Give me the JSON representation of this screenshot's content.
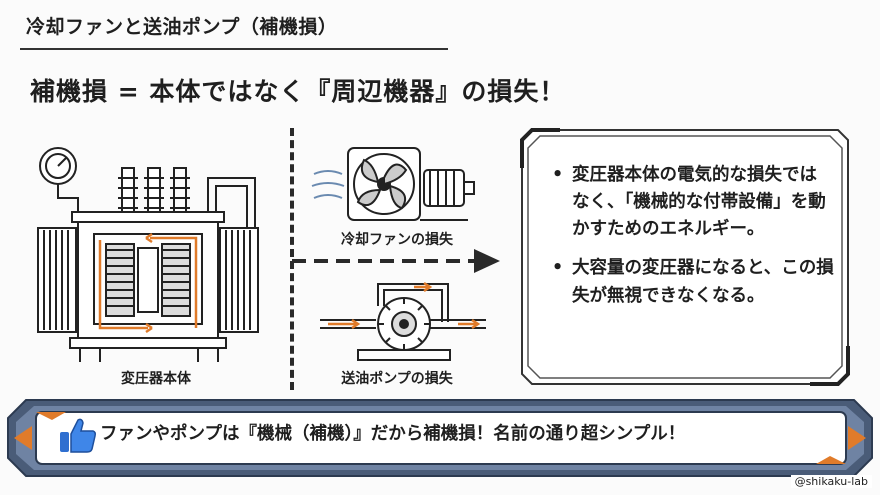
{
  "header": {
    "title": "冷却ファンと送油ポンプ（補機損）"
  },
  "subtitle": "補機損 = 本体ではなく『周辺機器』の損失！",
  "illustrations": {
    "transformer_caption": "変圧器本体",
    "fan_caption": "冷却ファンの損失",
    "pump_caption": "送油ポンプの損失"
  },
  "explanation": {
    "bullets": [
      "変圧器本体の電気的な損失ではなく、「機械的な付帯設備」を動かすためのエネルギー。",
      "大容量の変圧器になると、この損失が無視できなくなる。"
    ]
  },
  "banner": {
    "text": "ファンやポンプは『機械（補機）』だから補機損！名前の通り超シンプル！",
    "icon": "thumbs-up-icon"
  },
  "credit": "@shikaku-lab",
  "colors": {
    "accent": "#e07b2a",
    "frame": "#4a5c78",
    "ink": "#1f1f1f",
    "banner_bg": "#ffffff"
  }
}
